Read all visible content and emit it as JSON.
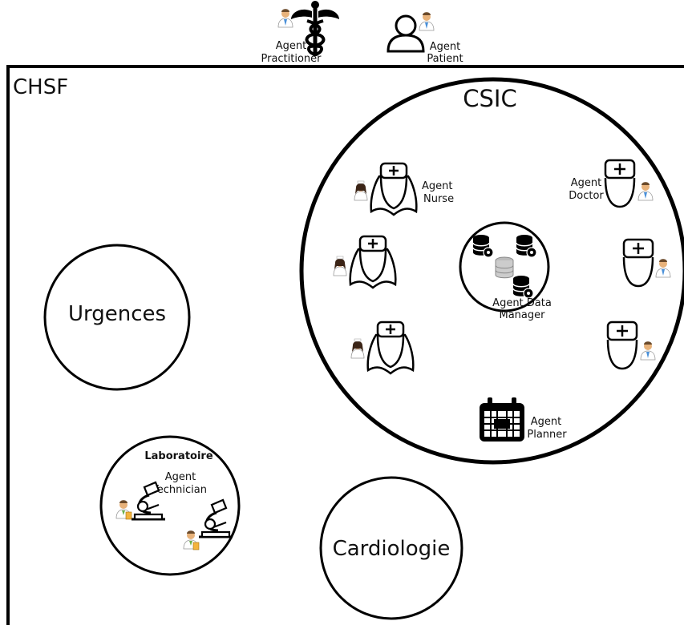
{
  "top_agents": {
    "practitioner": [
      "Agent",
      "Practitioner"
    ],
    "patient": [
      "Agent",
      "Patient"
    ]
  },
  "chsf": {
    "label": "CHSF"
  },
  "csic": {
    "label": "CSIC",
    "nurse": [
      "Agent",
      "Nurse"
    ],
    "doctor": [
      "Agent",
      "Doctor"
    ],
    "data_manager": [
      "Agent Data",
      "Manager"
    ],
    "planner": [
      "Agent",
      "Planner"
    ]
  },
  "urgences": {
    "label": "Urgences"
  },
  "laboratoire": {
    "label": "Laboratoire",
    "technician": [
      "Agent",
      "Technician"
    ]
  },
  "cardiologie": {
    "label": "Cardiologie"
  },
  "colors": {
    "stroke": "#000000",
    "skin": "#e8b27a",
    "coat": "#ffffff",
    "doctor_shirt": "#4a90d9",
    "nurse_hair": "#3b2416"
  }
}
